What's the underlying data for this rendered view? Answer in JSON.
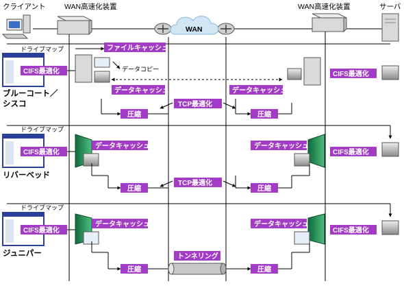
{
  "header": {
    "client": "クライアント",
    "wan_accel_left": "WAN高速化装置",
    "wan": "WAN",
    "wan_accel_right": "WAN高速化装置",
    "server": "サーバ"
  },
  "sections": [
    {
      "vendor_line1": "ブルーコート／",
      "vendor_line2": "シスコ",
      "drive_map": "ドライブマップ",
      "file_cache": "ファイルキャッシュ",
      "data_copy": "データコピー",
      "cifs_left": "CIFS最適化",
      "cifs_right": "CIFS最適化",
      "data_cache_left": "データキャッシュ",
      "data_cache_right": "データキャッシュ",
      "compress_left": "圧縮",
      "compress_right": "圧縮",
      "middle": "TCP最適化"
    },
    {
      "vendor_line1": "リバーベッド",
      "drive_map": "ドライブマップ",
      "cifs_left": "CIFS最適化",
      "cifs_right": "CIFS最適化",
      "data_cache_left": "データキャッシュ",
      "data_cache_right": "データキャッシュ",
      "compress_left": "圧縮",
      "compress_right": "圧縮",
      "middle": "TCP最適化"
    },
    {
      "vendor_line1": "ジュニパー",
      "drive_map": "ドライブマップ",
      "cifs_left": "CIFS最適化",
      "cifs_right": "CIFS最適化",
      "data_cache_left": "データキャッシュ",
      "data_cache_right": "データキャッシュ",
      "compress_left": "圧縮",
      "compress_right": "圧縮",
      "middle": "トンネリング"
    }
  ],
  "colors": {
    "tag_purple": "#a23cc6",
    "line": "#000000",
    "gray_device": "#d9d9d9",
    "green_device": "#1f8a52",
    "cloud": "#cfe6f5",
    "tunnel": "#c8c8c8"
  }
}
